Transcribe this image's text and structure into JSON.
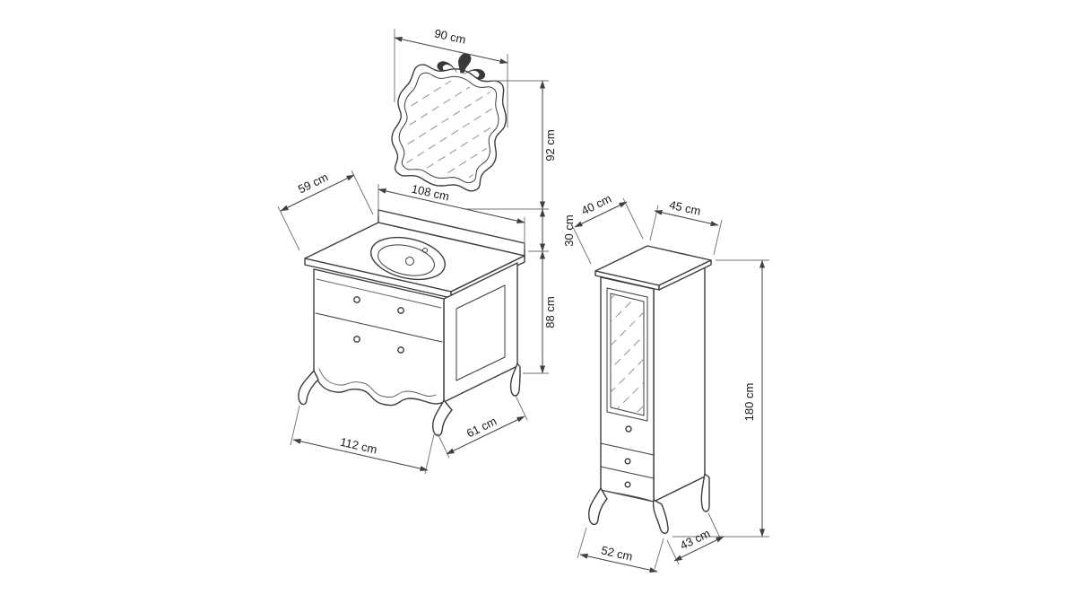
{
  "canvas": {
    "background": "#ffffff",
    "line_color": "#3c3c3c",
    "hatch_color": "#909090",
    "text_color": "#1a1a1a"
  },
  "mirror": {
    "width_label": "90 cm",
    "height_label": "92 cm"
  },
  "vanity": {
    "top_depth_label": "59 cm",
    "top_width_label": "108 cm",
    "splash_height_label": "30 cm",
    "body_height_label": "88 cm",
    "bottom_width_label": "112 cm",
    "bottom_depth_label": "61 cm"
  },
  "tall_cabinet": {
    "top_depth_label": "40 cm",
    "top_width_label": "45 cm",
    "height_label": "180 cm",
    "bottom_width_label": "52 cm",
    "bottom_depth_label": "43 cm"
  }
}
